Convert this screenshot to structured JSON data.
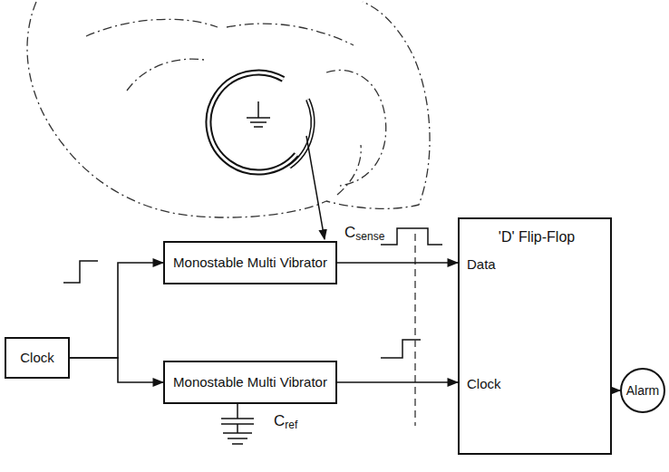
{
  "diagram": {
    "nodes": [
      {
        "text": [
          "Clock"
        ]
      },
      {
        "text": [
          "Monostable Multi Vibrator"
        ]
      },
      {
        "text": [
          "Monostable Multi Vibrator"
        ]
      },
      {
        "text": [
          "Data",
          "'D' Flip-Flop",
          "Clock"
        ]
      },
      {
        "text": [
          "Alarm"
        ]
      }
    ],
    "edges": [
      {
        "from": 0,
        "to": 1,
        "arrow": "to"
      },
      {
        "from": 0,
        "to": 2,
        "arrow": "to"
      },
      {
        "from": 1,
        "to": 3,
        "arrow": "to"
      },
      {
        "from": 2,
        "to": 3,
        "arrow": "to"
      },
      {
        "from": 3,
        "to": 4,
        "arrow": "to"
      }
    ],
    "labels": [
      "Csense",
      "Cref"
    ]
  }
}
